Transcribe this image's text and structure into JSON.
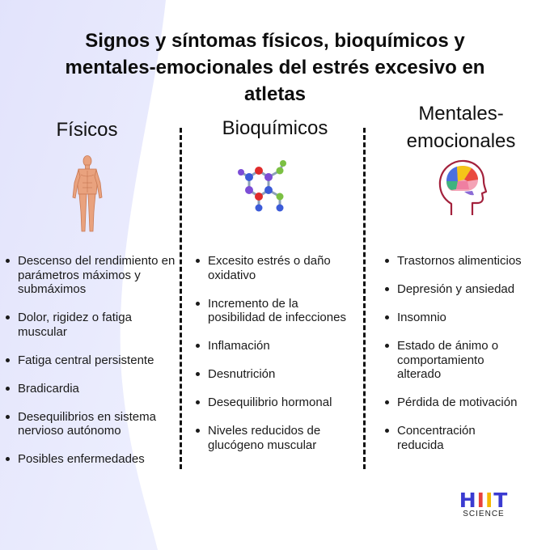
{
  "title": {
    "line1": "Signos y síntomas físicos, bioquímicos y",
    "line2": "mentales-emocionales del estrés excesivo en",
    "line3": "atletas"
  },
  "columns": [
    {
      "heading": [
        "Físicos"
      ],
      "icon": "human-body-icon",
      "items": [
        "Descenso del rendimiento en parámetros máximos y submáximos",
        "Dolor, rigidez o fatiga muscular",
        "Fatiga central persistente",
        "Bradicardia",
        "Desequilibrios en sistema nervioso autónomo",
        "Posibles enfermedades"
      ]
    },
    {
      "heading": [
        "Bioquímicos"
      ],
      "icon": "molecule-icon",
      "items": [
        "Excesito estrés o daño oxidativo",
        "Incremento de la posibilidad de infecciones",
        "Inflamación",
        "Desnutrición",
        "Desequilibrio hormonal",
        "Niveles reducidos de glucógeno muscular"
      ]
    },
    {
      "heading": [
        "Mentales-",
        "emocionales"
      ],
      "icon": "brain-head-icon",
      "items": [
        "Trastornos alimenticios",
        "Depresión y ansiedad",
        "Insomnio",
        "Estado de ánimo o comportamiento alterado",
        "Pérdida de motivación",
        "Concentración reducida"
      ]
    }
  ],
  "logo": {
    "mark": [
      "H",
      "I",
      "I",
      "T"
    ],
    "sub": "SCIENCE"
  },
  "colors": {
    "background_accent": "#e9eafb",
    "logo_blue": "#3b3bd1",
    "logo_red": "#e8413c",
    "logo_yellow": "#f5b800"
  }
}
